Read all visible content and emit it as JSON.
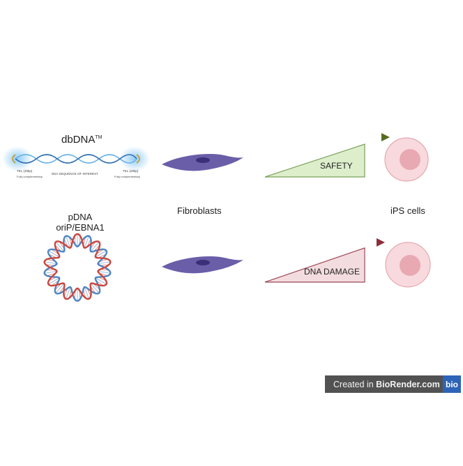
{
  "top": {
    "title": "dbDNA",
    "title_sup": "TM",
    "tel_left": "TEL (28bp)",
    "tel_left_sub": "Fully complementary",
    "middle_label": "DNA SEQUENCE OF INTEREST",
    "tel_right": "TEL (28bp)",
    "tel_right_sub": "Fully complementary",
    "triangle_label": "SAFETY"
  },
  "bottom": {
    "title_line1": "pDNA",
    "title_line2": "oriP/EBNA1",
    "triangle_label": "DNA DAMAGE"
  },
  "labels": {
    "fibroblasts": "Fibroblasts",
    "ips_cells": "iPS cells"
  },
  "badge": {
    "prefix": "Created in ",
    "brand": "BioRender.com",
    "logo": "bio"
  },
  "colors": {
    "top_arrow": "#556b1f",
    "bottom_arrow": "#8b2d3a",
    "safety_fill": "#ddeecb",
    "safety_stroke": "#7aa05a",
    "damage_fill": "#f3dcdf",
    "damage_stroke": "#9c4656",
    "fibroblast": "#6a5ea8",
    "fibroblast_nucleus": "#3b2f7a",
    "cell_fill": "#f8d9dd",
    "cell_nucleus": "#e8a9b2",
    "dna_blue": "#4f85c2",
    "dna_red": "#c9463d",
    "badge_bg": "#525252",
    "badge_logo": "#2e64b8"
  }
}
